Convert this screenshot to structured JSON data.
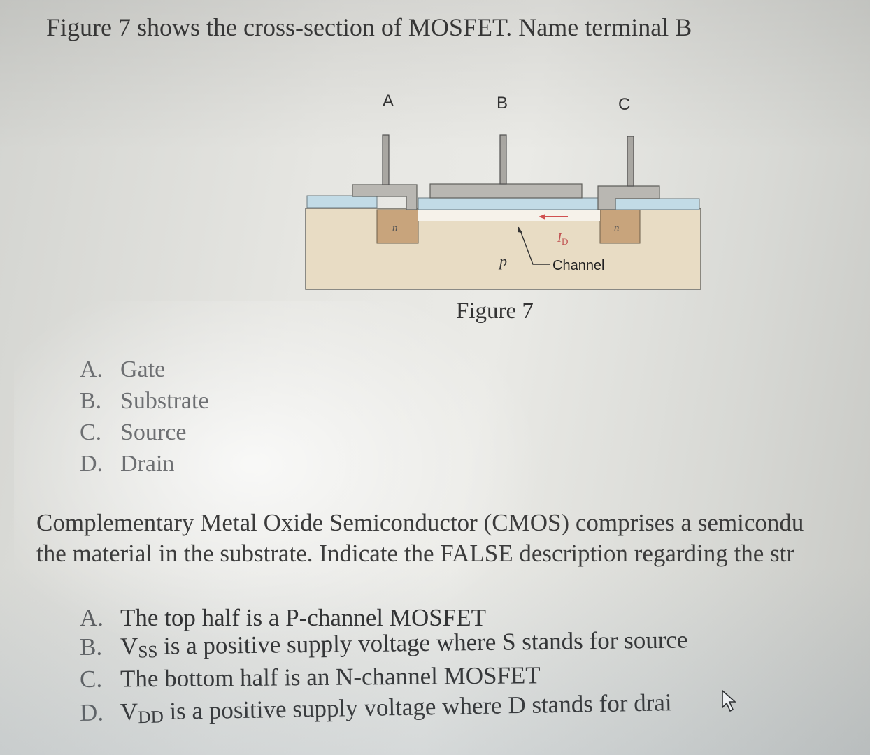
{
  "question1": {
    "text": "Figure 7 shows the cross-section of MOSFET. Name terminal B",
    "figure": {
      "terminal_a": "A",
      "terminal_b": "B",
      "terminal_c": "C",
      "n_label_left": "n",
      "n_label_right": "n",
      "p_label": "p",
      "id_label": "I",
      "id_sub": "D",
      "channel_label": "Channel",
      "caption": "Figure 7"
    },
    "options": [
      {
        "letter": "A.",
        "text": "Gate"
      },
      {
        "letter": "B.",
        "text": "Substrate"
      },
      {
        "letter": "C.",
        "text": "Source"
      },
      {
        "letter": "D.",
        "text": "Drain"
      }
    ]
  },
  "question2": {
    "line1": "Complementary Metal Oxide Semiconductor (CMOS) comprises a semicondu",
    "line2": "the material in the substrate. Indicate the FALSE description regarding the str",
    "options": [
      {
        "letter": "A.",
        "pre": "The top half is a P-channel MOSFET",
        "sub": "",
        "post": ""
      },
      {
        "letter": "B.",
        "pre": "V",
        "sub": "SS",
        "post": " is a positive supply voltage where S stands for source"
      },
      {
        "letter": "C.",
        "pre": "The bottom half is an N-channel MOSFET",
        "sub": "",
        "post": ""
      },
      {
        "letter": "D.",
        "pre": "V",
        "sub": "DD",
        "post": " is a positive supply voltage where D stands for drai"
      }
    ]
  }
}
